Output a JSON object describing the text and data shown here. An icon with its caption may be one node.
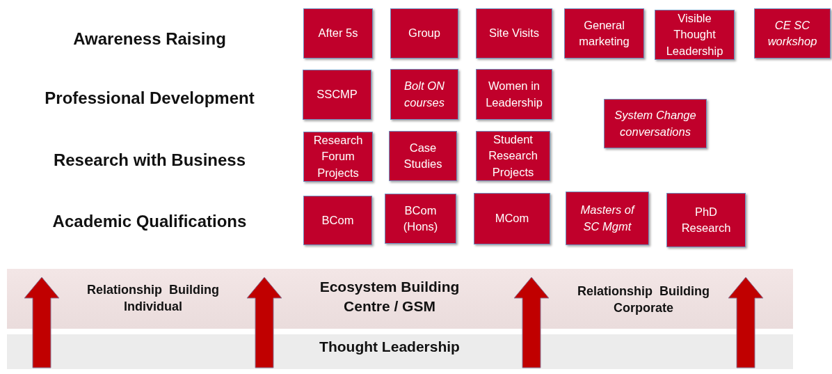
{
  "diagram": {
    "nodes": [
      {
        "text": [
          "After 5s"
        ]
      },
      {
        "text": [
          "Site Visits"
        ]
      },
      {
        "text": [
          "Group"
        ]
      },
      {
        "text": [
          "General marketing"
        ]
      },
      {
        "text": [
          "Visible Thought Leadership"
        ]
      },
      {
        "text": [
          "CE SC workshop"
        ]
      },
      {
        "text": [
          "SSCMP"
        ]
      },
      {
        "text": [
          "Bolt ON courses"
        ]
      },
      {
        "text": [
          "Women in Leadership"
        ]
      },
      {
        "text": [
          "System Change conversations"
        ]
      },
      {
        "text": [
          "Research Forum Projects"
        ]
      },
      {
        "text": [
          "Case Studies"
        ]
      },
      {
        "text": [
          "Student Research Projects"
        ]
      },
      {
        "text": [
          "BCom"
        ]
      },
      {
        "text": [
          "BCom (Hons)"
        ]
      },
      {
        "text": [
          "MCom"
        ]
      },
      {
        "text": [
          "Masters of SC Mgmt"
        ]
      },
      {
        "text": [
          "PhD Research"
        ]
      }
    ],
    "labels": [
      "Awareness Raising",
      "Professional Development",
      "Research with Business",
      "Academic Qualifications",
      "Relationship  Building Individual",
      "Ecosystem Building Centre / GSM",
      "Relationship  Building Corporate",
      "Thought Leadership"
    ]
  }
}
